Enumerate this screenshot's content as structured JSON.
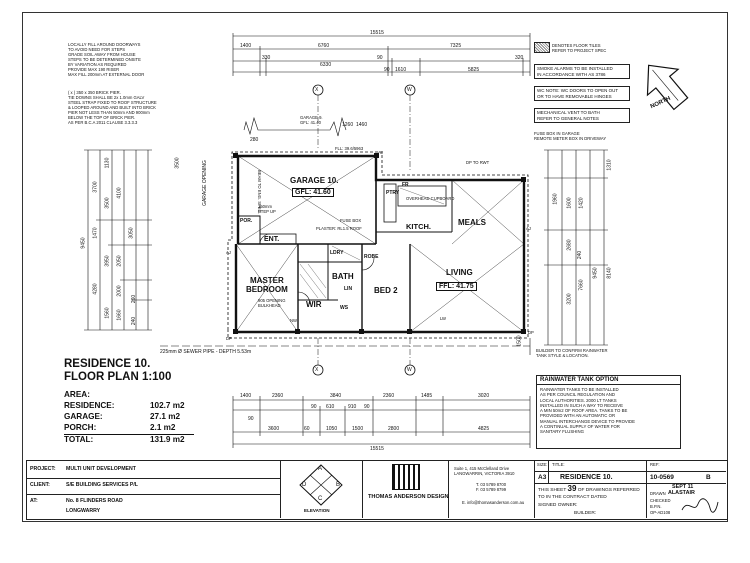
{
  "notes": {
    "steps": [
      "LOCALLY FILL AROUND DOORWAYS",
      "TO AVOID NEED FOR STEPS",
      "GRADE SOIL AWAY FROM HOUSE",
      "STEPS TO BE DETERMINED ONSITE",
      "BY VARIATION AS REQUIRED",
      "PROVIDE MAX 190 RISER",
      "MAX FILL 200mm AT EXTERNAL DOOR"
    ],
    "pier": [
      "( x ) 350 x 350 BRICK PIER.",
      "TIE DOWNS SHALL BE 2x 1.0mm GALV",
      "STEEL STRAP FIXED TO ROOF STRUCTURE",
      "& LOOPED AROUND AND BUILT INTO BRICK",
      "PIER NOT LESS THAN 50mm AND 900mm",
      "BELOW THE TOP OF BRICK PIER.",
      "AS PER B.C.A 2011 CLAUSE 3.3.3.3"
    ]
  },
  "legend": {
    "floor_tiles": [
      "DENOTES FLOOR TILES",
      "REFER TO PROJECT SPEC"
    ],
    "smoke": [
      "SMOKE ALARMS TO BE INSTALLED",
      "IN ACCORDANCE WITH AS 3786"
    ],
    "wc": [
      "WC NOTE: WC DOORS TO OPEN OUT",
      "OR TO HAVE REMOVABLE HINGES"
    ],
    "vent": [
      "MECHANICAL VENT TO BATH",
      "REFER TO GENERAL NOTES"
    ],
    "fuse": [
      "FUSE BOX IN GARAGE",
      "REMOTE METER BOX IN DRIVEWAY"
    ],
    "north": "NORTH"
  },
  "dims": {
    "top_total": "15515",
    "top_row1": [
      "1400",
      "6760",
      "7325"
    ],
    "top_row2": [
      "330",
      "6330",
      "1610",
      "5825",
      "320"
    ],
    "top_row2b": [
      "90",
      "90"
    ],
    "bottom_row1": [
      "1400",
      "2360",
      "3840",
      "2360",
      "1485",
      "3020"
    ],
    "bottom_row1b": [
      "90",
      "610",
      "910",
      "90"
    ],
    "bottom_row2": [
      "90",
      "3600",
      "60",
      "1050",
      "1500",
      "2800",
      "4825"
    ],
    "bottom_total": "15515",
    "left_total": "9450",
    "left_a": [
      "3700",
      "1470",
      "4280"
    ],
    "left_b": [
      "1130",
      "3500",
      "3950",
      "1560"
    ],
    "left_c": [
      "4100",
      "2050",
      "2000",
      "1660"
    ],
    "left_d": [
      "3050",
      "260",
      "240"
    ],
    "left_e": "3500",
    "right_total": "9450",
    "right_a": [
      "1310",
      "8140"
    ],
    "right_b": [
      "1600",
      "2680",
      "3200"
    ],
    "right_c": [
      "1960",
      "7660"
    ],
    "right_d": [
      "1420",
      "240"
    ],
    "right_extra": "1500",
    "garage_side": [
      "1260",
      "1460",
      "280"
    ]
  },
  "labels": {
    "garage": "GARAGE 10.",
    "gfl": "GFL: 41.60",
    "ffl_living": "FFL: 41.75",
    "master": [
      "MASTER",
      "BEDROOM"
    ],
    "bed2": "BED 2",
    "living": "LIVING",
    "meals": "MEALS",
    "kitchen": "KITCH.",
    "bath": "BATH",
    "ens": "ENT.",
    "por": "POR.",
    "wir": "WIR",
    "lin": "LIN",
    "lndy": "LDRY",
    "ws": "WS",
    "garage_b": [
      "GARAGE 9.",
      "GFL: 41.40"
    ],
    "garage_opening": "GARAGE OPENING",
    "sewer": "225mm Ø SEWER PIPE - DEPTH 5.53m",
    "builder_confirm": [
      "BUILDER TO CONFIRM RAINWATER",
      "TANK STYLE & LOCATION."
    ],
    "fl_small": "FLL: 39.6/5963",
    "step_up": [
      "150mm",
      "STEP UP"
    ],
    "overhead": "OVERHEAD CUPBOARD",
    "fuse_box": "FUSE BOX",
    "plaster": "PLASTER: RL1.5 ROOF",
    "opening": [
      "905 OPENING",
      "BULKHEAD"
    ],
    "pantry": "PTRY",
    "fridge": "FR",
    "dp_rwt": "DP TO RWT",
    "robe": "ROBE",
    "lw": "LW",
    "nw": "NW",
    "beam": "BEAM TO ENG. SPEC.",
    "dp": "DP",
    "aj": "AJ",
    "grid_w": "W",
    "grid_x": "X"
  },
  "title_block": {
    "residence": "RESIDENCE 10.",
    "plan": "FLOOR PLAN 1:100",
    "area_label": "AREA:",
    "areas": [
      {
        "name": "RESIDENCE:",
        "value": "102.7 m2"
      },
      {
        "name": "GARAGE:",
        "value": "27.1 m2"
      },
      {
        "name": "PORCH:",
        "value": "2.1 m2"
      }
    ],
    "total_name": "TOTAL:",
    "total_value": "131.9 m2",
    "project_label": "PROJECT:",
    "project": "MULTI UNIT DEVELOPMENT",
    "client_label": "CLIENT:",
    "client": "S/E BUILDING SERVICES P/L",
    "at_label": "AT:",
    "at": "No. 8 FLINDERS ROAD",
    "at2": "LONGWARRY",
    "elevation": "ELEVATION",
    "elev_letters": [
      "A",
      "B",
      "C",
      "D"
    ],
    "company": "THOMAS ANDERSON DESIGN",
    "address": [
      "Suite 1, 415 McClelland Drive",
      "LANGWARRIN, VICTORIA 3910"
    ],
    "phone": [
      "T. 03 5789 8700",
      "F. 03 5789 8799"
    ],
    "email": "E. info@thomasanderson.com.au",
    "size_label": "SIZE:",
    "size": "A3",
    "title_label": "TITLE:",
    "title": "RESIDENCE 10.",
    "ref_label": "REF:",
    "ref": "10-0569",
    "rev": "B",
    "sheet_text": [
      "THIS SHEET",
      "39",
      "OF DRAWINGS REFERRED",
      "TO IN THE CONTRACT DATED"
    ],
    "signed_owner": "SIGNED OWNER:",
    "builder": "BUILDER:",
    "date": "SEPT 11",
    "drawn_label": "DRAWN",
    "drawn": "ALASTAIR",
    "checked_label": "CHECKED",
    "checked": "B.P.N.",
    "job": "OP-AD108"
  },
  "tank": {
    "heading": "RAINWATER TANK OPTION",
    "body": [
      "RAINWATER TANKS TO BE INSTALLED",
      "AS PER COUNCIL REGULATION AND",
      "LOCAL AUTHORITIES. 2000 LT TANKS",
      "INSTALLED IN SUCH A WAY TO RECEIVE",
      "A MIN 50m2 OF ROOF AREA. TANKS TO BE",
      "PROVIDED WITH AN AUTOMATIC OR",
      "MANUAL INTERCHANGE DEVICE TO PROVIDE",
      "A CONTINUAL SUPPLY OF WATER FOR",
      "SANITARY FLUSHING"
    ]
  }
}
